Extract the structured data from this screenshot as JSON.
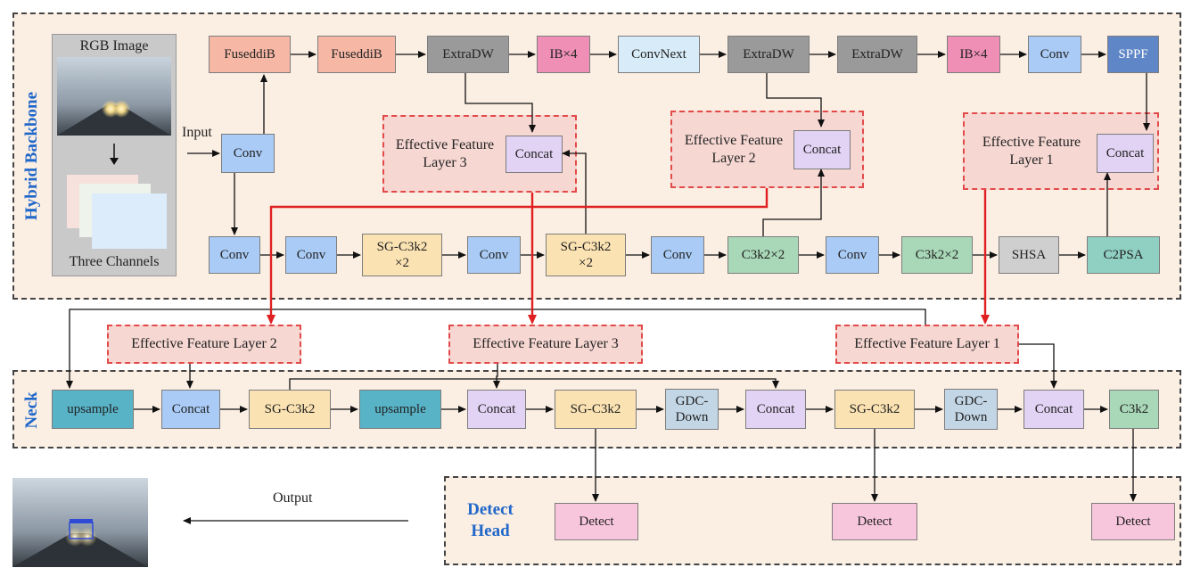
{
  "labels": {
    "hybrid_backbone": "Hybrid Backbone",
    "neck": "Neck",
    "detect_head": "Detect Head",
    "input": "Input",
    "output": "Output",
    "rgb_image": "RGB Image",
    "three_channels": "Three Channels"
  },
  "backbone_top": [
    "FuseddiB",
    "FuseddiB",
    "ExtraDW",
    "IB×4",
    "ConvNext",
    "ExtraDW",
    "ExtraDW",
    "IB×4",
    "Conv",
    "SPPF"
  ],
  "backbone_stem": "Conv",
  "backbone_bottom": [
    "Conv",
    "Conv",
    "SG-C3k2\n×2",
    "Conv",
    "SG-C3k2\n×2",
    "Conv",
    "C3k2×2",
    "Conv",
    "C3k2×2",
    "SHSA",
    "C2PSA"
  ],
  "effective_layers_backbone": [
    {
      "label": "Effective Feature\nLayer 3",
      "concat": "Concat"
    },
    {
      "label": "Effective Feature\nLayer 2",
      "concat": "Concat"
    },
    {
      "label": "Effective Feature\nLayer 1",
      "concat": "Concat"
    }
  ],
  "effective_layers_neck": [
    "Effective Feature Layer 2",
    "Effective Feature Layer 3",
    "Effective Feature Layer 1"
  ],
  "neck_blocks": [
    "upsample",
    "Concat",
    "SG-C3k2",
    "upsample",
    "Concat",
    "SG-C3k2",
    "GDC-\nDown",
    "Concat",
    "SG-C3k2",
    "GDC-\nDown",
    "Concat",
    "C3k2"
  ],
  "detect_blocks": [
    "Detect",
    "Detect",
    "Detect"
  ],
  "colors": {
    "panel_bg": "#fbeee3",
    "label_blue": "#1f67c9",
    "red_arrow": "#e02020"
  }
}
